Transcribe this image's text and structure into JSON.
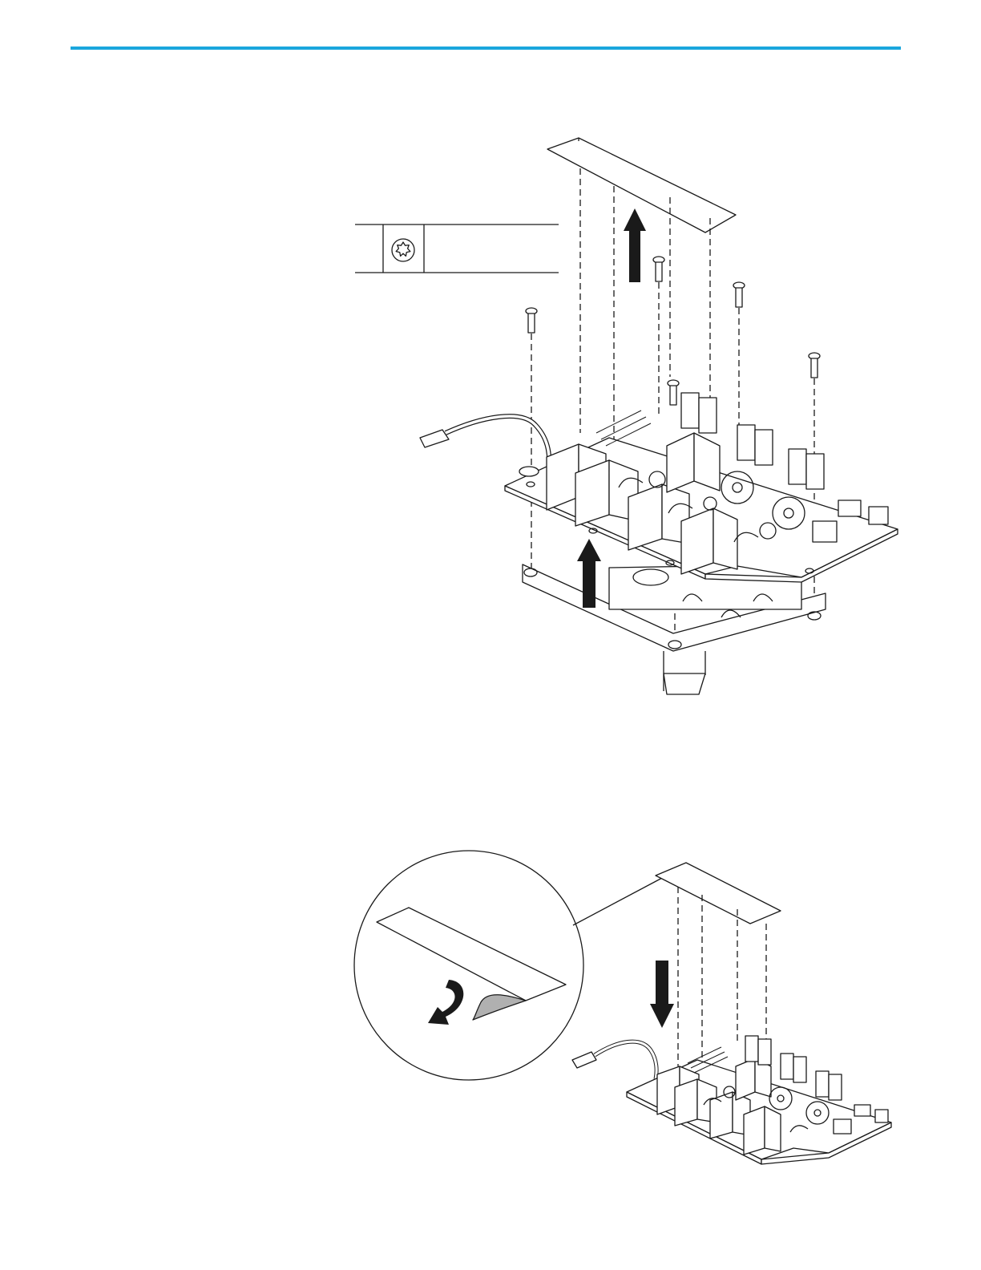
{
  "page": {
    "header_rule_color": "#1aa6dd",
    "ink_color": "#1a1a1a",
    "liner_fill_color": "#b0b0b0"
  },
  "figure_removal": {
    "tool_icon": "torx-screwdriver-icon",
    "arrows": [
      "lift-arrow-up",
      "lift-arrow-up"
    ]
  },
  "figure_install": {
    "detail_callout": "peel-liner-detail",
    "arrows": [
      "curved-peel-arrow",
      "press-arrow-down"
    ]
  }
}
